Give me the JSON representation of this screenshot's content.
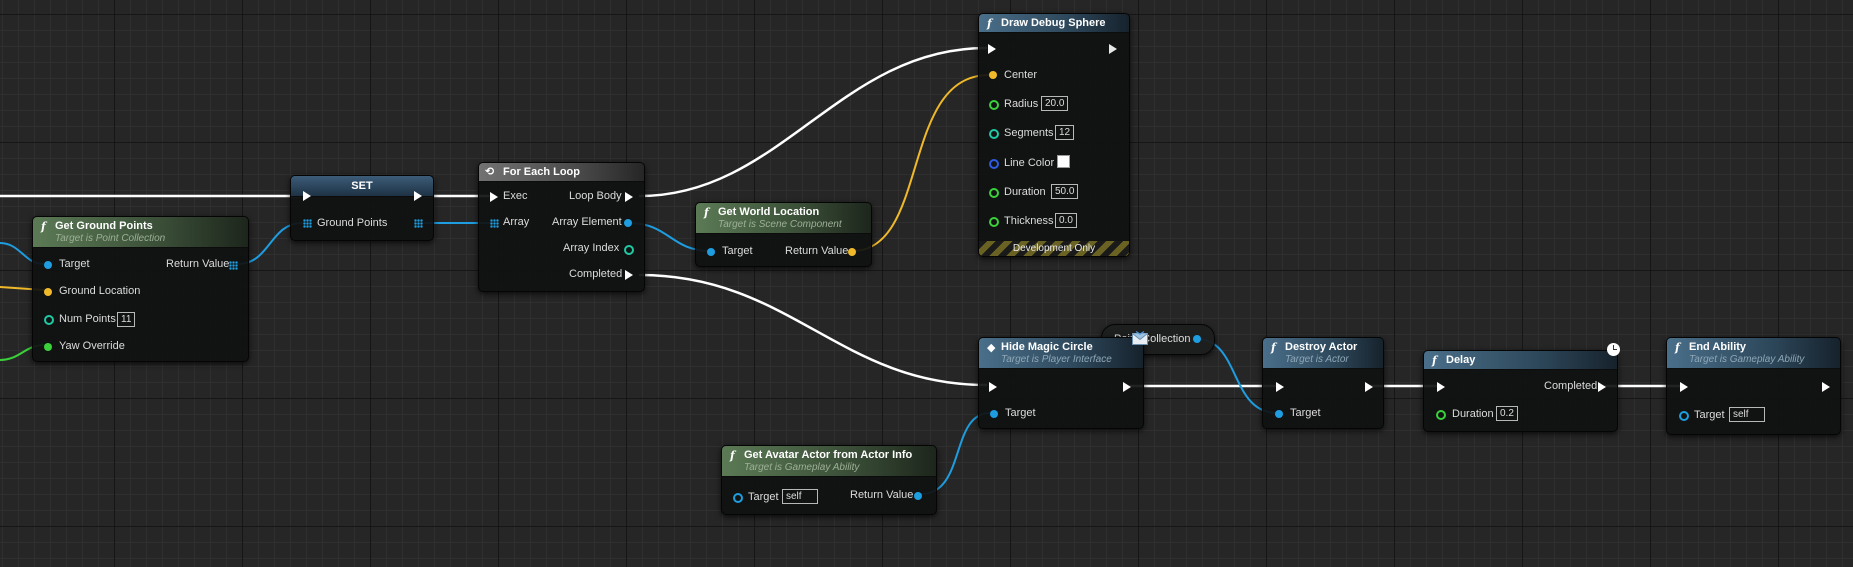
{
  "colors": {
    "exec": "#ffffff",
    "object": "#1e9de0",
    "vector": "#f0b92a",
    "float": "#3bd13b",
    "int": "#1fc9a4",
    "linear_color": "#2d5be3",
    "bool": "#9c1515"
  },
  "nodes": {
    "set": {
      "title": "SET",
      "pin_ground_points": "Ground Points"
    },
    "get_ground_points": {
      "icon": "f",
      "title": "Get Ground Points",
      "subtitle": "Target is Point Collection",
      "pin_target": "Target",
      "pin_return": "Return Value",
      "pin_ground_location": "Ground Location",
      "pin_num_points": "Num Points",
      "num_points_value": "11",
      "pin_yaw_override": "Yaw Override"
    },
    "for_each": {
      "title": "For Each Loop",
      "pin_exec": "Exec",
      "pin_loop_body": "Loop Body",
      "pin_array": "Array",
      "pin_array_element": "Array Element",
      "pin_array_index": "Array Index",
      "pin_completed": "Completed"
    },
    "get_world_location": {
      "icon": "f",
      "title": "Get World Location",
      "subtitle": "Target is Scene Component",
      "pin_target": "Target",
      "pin_return": "Return Value"
    },
    "draw_debug_sphere": {
      "icon": "f",
      "title": "Draw Debug Sphere",
      "pin_center": "Center",
      "pin_radius": "Radius",
      "radius_value": "20.0",
      "pin_segments": "Segments",
      "segments_value": "12",
      "pin_line_color": "Line Color",
      "pin_duration": "Duration",
      "duration_value": "50.0",
      "pin_thickness": "Thickness",
      "thickness_value": "0.0",
      "dev_only": "Development Only"
    },
    "hide_magic_circle": {
      "title": "Hide Magic Circle",
      "subtitle": "Target is Player Interface",
      "pin_target": "Target"
    },
    "point_collection": {
      "label": "Point Collection"
    },
    "destroy_actor": {
      "icon": "f",
      "title": "Destroy Actor",
      "subtitle": "Target is Actor",
      "pin_target": "Target"
    },
    "delay": {
      "icon": "f",
      "title": "Delay",
      "pin_completed": "Completed",
      "pin_duration": "Duration",
      "duration_value": "0.2"
    },
    "end_ability": {
      "icon": "f",
      "title": "End Ability",
      "subtitle": "Target is Gameplay Ability",
      "pin_target": "Target",
      "target_value": "self"
    },
    "get_avatar_actor": {
      "icon": "f",
      "title": "Get Avatar Actor from Actor Info",
      "subtitle": "Target is Gameplay Ability",
      "pin_target": "Target",
      "target_value": "self",
      "pin_return": "Return Value"
    }
  }
}
